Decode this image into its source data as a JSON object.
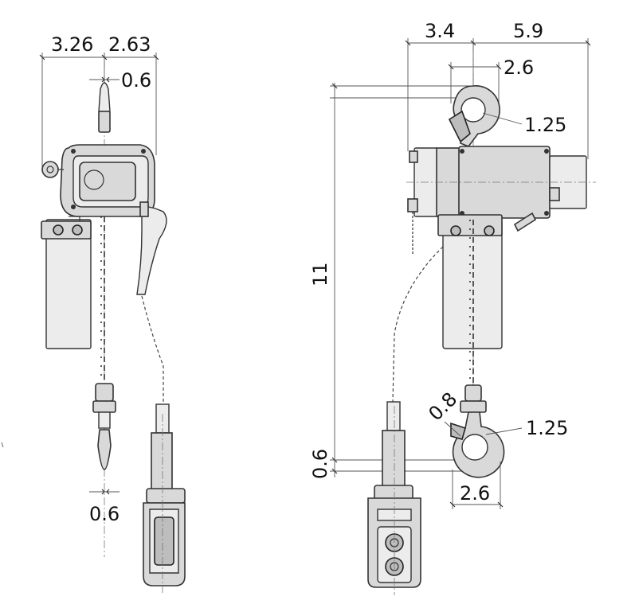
{
  "front_view": {
    "dims": {
      "left_width": "3.26",
      "right_width": "2.63",
      "top_hook": "0.6",
      "bottom_hook": "0.6"
    }
  },
  "side_view": {
    "dims": {
      "left_width": "3.4",
      "right_width": "5.9",
      "top_hook_width": "2.6",
      "top_hook_radius": "1.25",
      "total_height": "11",
      "hook_throat": "0.8",
      "bottom_hook_radius": "1.25",
      "bottom_gap": "0.6",
      "bottom_hook_width": "2.6"
    }
  }
}
